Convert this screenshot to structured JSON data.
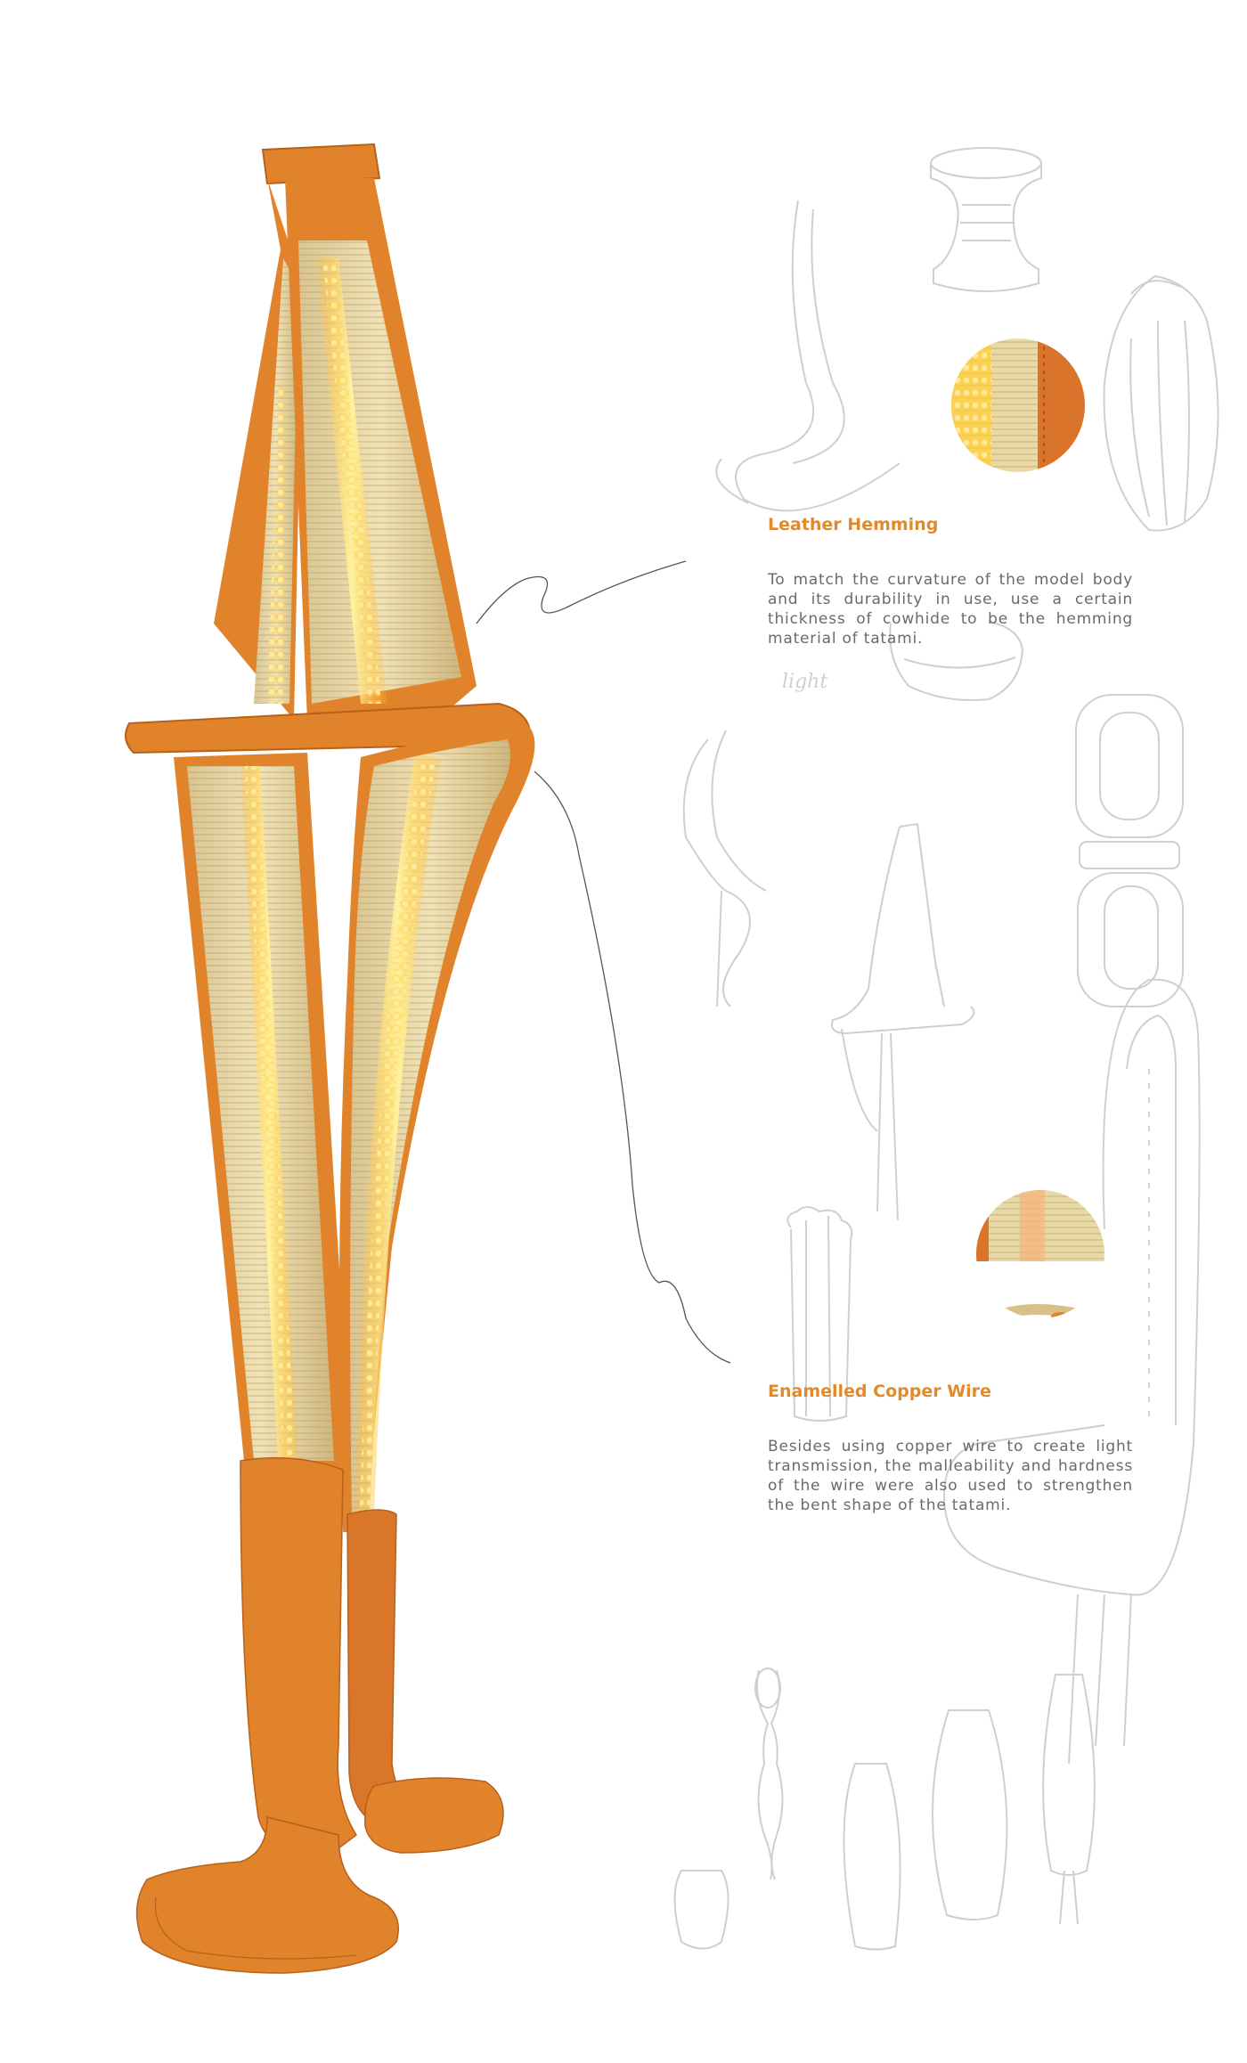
{
  "annotations": {
    "hemming": {
      "title": "Leather Hemming",
      "body": "To match the curvature of the model body and its durability in use, use a certain thickness of cowhide to be the hemming material of tatami."
    },
    "wire": {
      "title": "Enamelled Copper Wire",
      "body": "Besides using copper wire to create light transmission, the malleability and hardness of the wire were also used to strengthen the bent shape of the tatami."
    }
  },
  "sketch_note": "light",
  "colors": {
    "leather": "#e0832a",
    "leather_dark": "#b9601a",
    "tatami": "#e8d9a6",
    "glow": "#ffd65a",
    "accent_text": "#e08a2c",
    "sketch": "#cfcfcf"
  }
}
